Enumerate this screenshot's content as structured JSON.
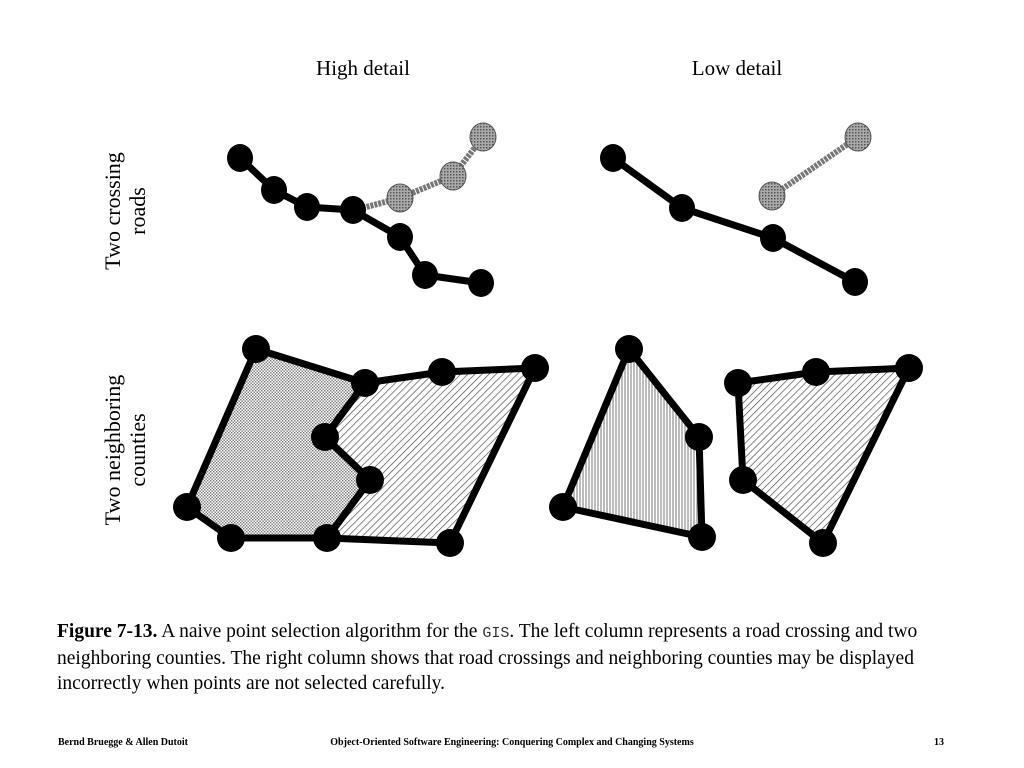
{
  "columns": {
    "high": "High detail",
    "low": "Low detail"
  },
  "rows": {
    "roads": {
      "line1": "Two crossing",
      "line2": "roads"
    },
    "counties": {
      "line1": "Two neighboring",
      "line2": "counties"
    }
  },
  "caption": {
    "figure": "Figure 7-13.",
    "text_before": " A naive point selection algorithm for the ",
    "term": "GIS",
    "text_after": ". The left column represents a road crossing and two neighboring counties. The right column shows that road crossings and neighboring counties may be displayed incorrectly when points are not selected carefully."
  },
  "footer": {
    "authors": "Bernd Bruegge & Allen Dutoit",
    "book": "Object-Oriented Software Engineering: Conquering Complex and Changing Systems",
    "page": "13"
  },
  "colors": {
    "ink": "#000000",
    "gray_road": "#999999",
    "fill_dotted": "#bbbbbb",
    "fill_hatched": "#888888"
  }
}
